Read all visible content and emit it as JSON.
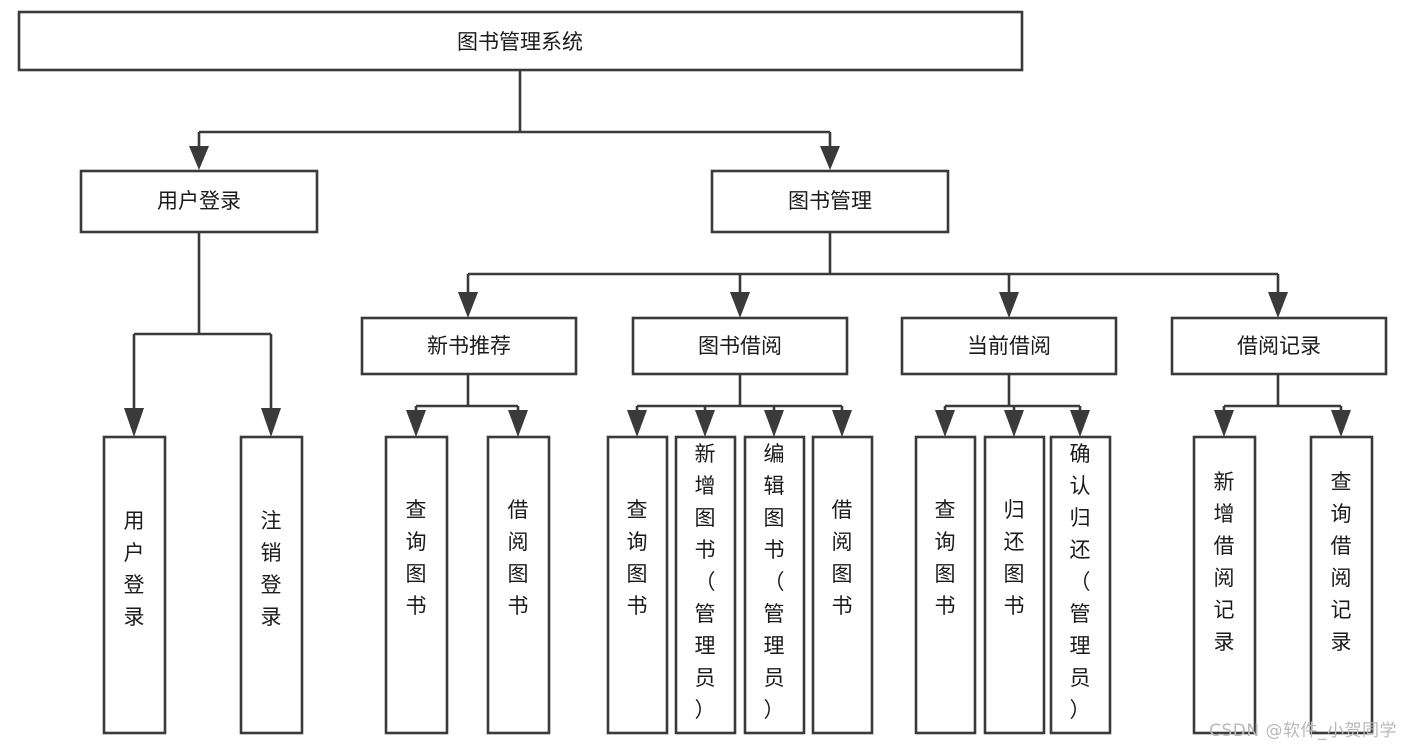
{
  "diagram": {
    "type": "tree",
    "title": "图书管理系统",
    "watermark": "CSDN @软件_小贺同学",
    "colors": {
      "box_stroke": "#3a3a3a",
      "box_fill": "#ffffff",
      "text": "#1b1b1b",
      "connector": "#3a3a3a",
      "watermark": "#b9b9b9"
    },
    "levels": {
      "root": {
        "label": "图书管理系统"
      },
      "level2": [
        {
          "label": "用户登录"
        },
        {
          "label": "图书管理"
        }
      ],
      "level3": [
        {
          "label": "新书推荐"
        },
        {
          "label": "图书借阅"
        },
        {
          "label": "当前借阅"
        },
        {
          "label": "借阅记录"
        }
      ],
      "leaves": {
        "user_login": [
          {
            "label": "用户登录"
          },
          {
            "label": "注销登录"
          }
        ],
        "new_book_recommend": [
          {
            "label": "查询图书"
          },
          {
            "label": "借阅图书"
          }
        ],
        "book_borrow": [
          {
            "label": "查询图书"
          },
          {
            "label": "新增图书（管理员）"
          },
          {
            "label": "编辑图书（管理员）"
          },
          {
            "label": "借阅图书"
          }
        ],
        "current_borrow": [
          {
            "label": "查询图书"
          },
          {
            "label": "归还图书"
          },
          {
            "label": "确认归还（管理员）"
          }
        ],
        "borrow_record": [
          {
            "label": "新增借阅记录"
          },
          {
            "label": "查询借阅记录"
          }
        ]
      }
    }
  }
}
